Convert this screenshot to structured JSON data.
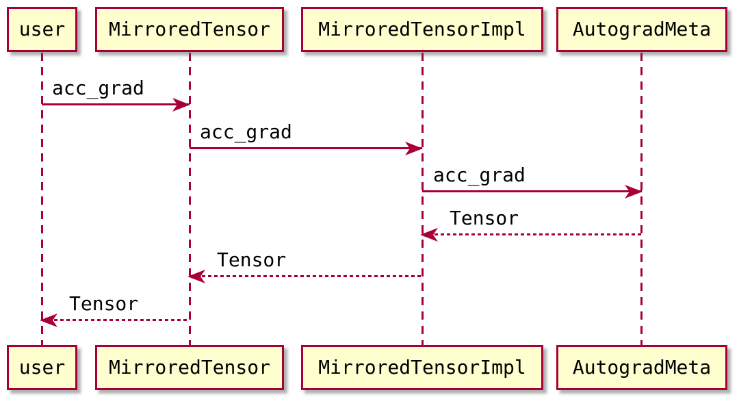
{
  "diagram_type": "sequence-diagram",
  "colors": {
    "participant_fill": "#FEFECE",
    "participant_border": "#A80036",
    "line": "#A80036",
    "text": "#000000",
    "background": "#FFFFFF"
  },
  "participants": [
    {
      "name": "user"
    },
    {
      "name": "MirroredTensor"
    },
    {
      "name": "MirroredTensorImpl"
    },
    {
      "name": "AutogradMeta"
    }
  ],
  "messages": [
    {
      "label": "acc_grad",
      "from": "user",
      "to": "MirroredTensor",
      "line_style": "solid",
      "direction": "right"
    },
    {
      "label": "acc_grad",
      "from": "MirroredTensor",
      "to": "MirroredTensorImpl",
      "line_style": "solid",
      "direction": "right"
    },
    {
      "label": "acc_grad",
      "from": "MirroredTensorImpl",
      "to": "AutogradMeta",
      "line_style": "solid",
      "direction": "right"
    },
    {
      "label": "Tensor",
      "from": "AutogradMeta",
      "to": "MirroredTensorImpl",
      "line_style": "dashed",
      "direction": "left"
    },
    {
      "label": "Tensor",
      "from": "MirroredTensorImpl",
      "to": "MirroredTensor",
      "line_style": "dashed",
      "direction": "left"
    },
    {
      "label": "Tensor",
      "from": "MirroredTensor",
      "to": "user",
      "line_style": "dashed",
      "direction": "left"
    }
  ]
}
